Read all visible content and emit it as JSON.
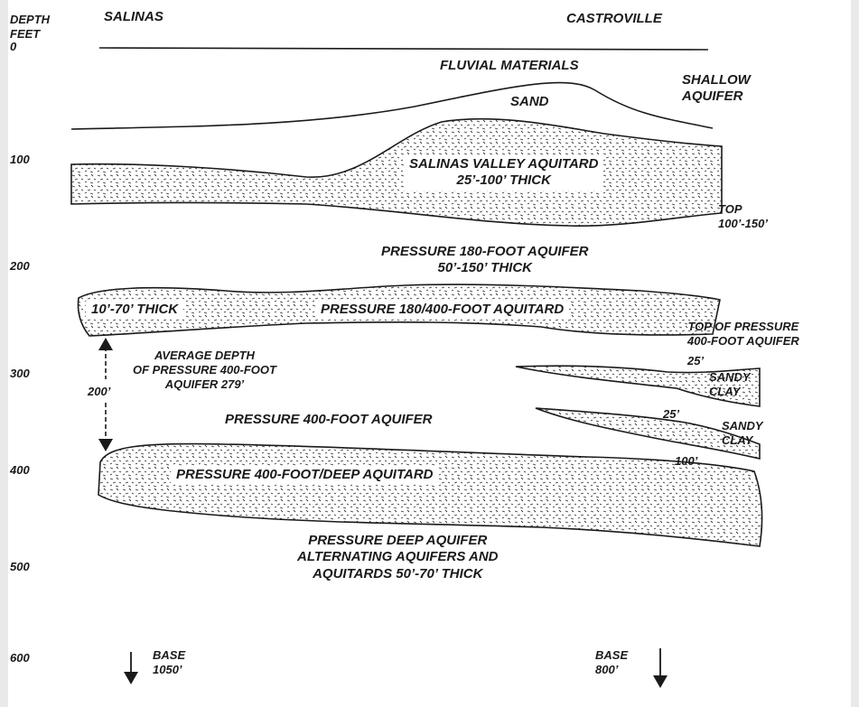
{
  "depth_axis": {
    "header": "DEPTH\nFEET",
    "ticks": [
      "0",
      "100",
      "200",
      "300",
      "400",
      "500",
      "600"
    ]
  },
  "locations": {
    "left": "SALINAS",
    "right": "CASTROVILLE"
  },
  "units": {
    "fluvial": "FLUVIAL MATERIALS",
    "sand": "SAND",
    "shallow_aquifer": "SHALLOW\nAQUIFER",
    "valley_aquitard": "SALINAS VALLEY AQUITARD\n25’-100’ THICK",
    "top_180": "TOP\n100’-150’",
    "aquifer_180": "PRESSURE 180-FOOT AQUIFER\n50’-150’ THICK",
    "aquitard_thickness": "10’-70’ THICK",
    "aquitard_180_400": "PRESSURE 180/400-FOOT AQUITARD",
    "top_400": "TOP OF PRESSURE\n400-FOOT AQUIFER",
    "avg_depth": "AVERAGE DEPTH\nOF PRESSURE 400-FOOT\nAQUIFER 279’",
    "thickness_200": "200’",
    "sandy_clay_1": "SANDY\nCLAY",
    "sandy_clay_2": "SANDY\nCLAY",
    "lens_25_a": "25’",
    "lens_25_b": "25’",
    "lens_100": "100’",
    "aquifer_400": "PRESSURE 400-FOOT AQUIFER",
    "aquitard_deep": "PRESSURE 400-FOOT/DEEP AQUITARD",
    "deep_aquifer": "PRESSURE DEEP AQUIFER\nALTERNATING AQUIFERS AND\nAQUITARDS 50’-70’ THICK",
    "base_left": "BASE\n1050’",
    "base_right": "BASE\n800’"
  },
  "colors": {
    "ink": "#1a1a1a",
    "background": "#ffffff",
    "frame": "#e9e9e9"
  },
  "texture": "stippled-dashes"
}
